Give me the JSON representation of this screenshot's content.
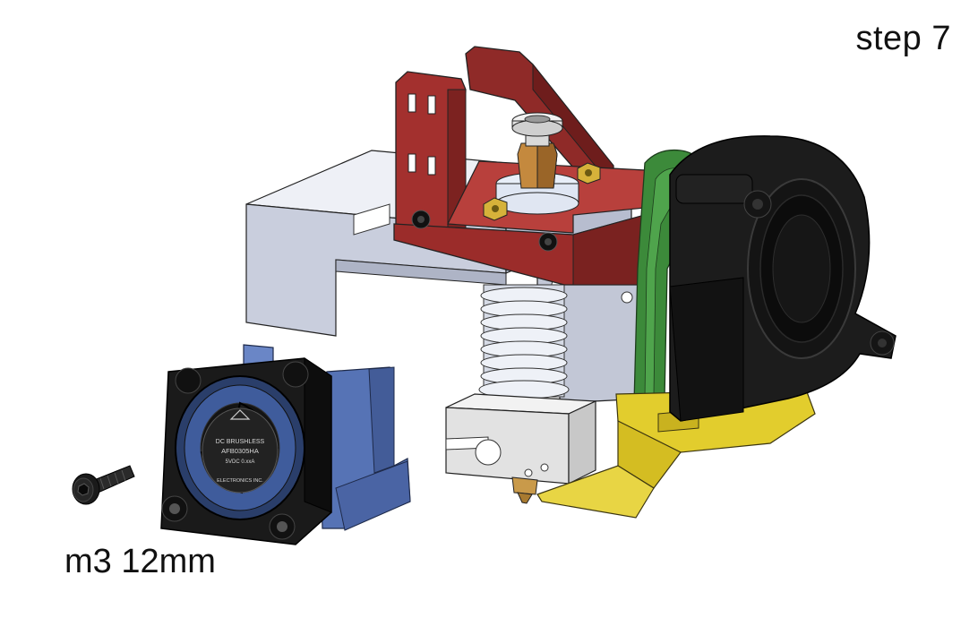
{
  "step_label": "step 7",
  "screw_label": "m3 12mm",
  "fan_label": {
    "line1": "DC BRUSHLESS",
    "line2": "AFB0305HA",
    "line3": "5VDC 0.xxA",
    "line4": "ELECTRONICS INC."
  },
  "colors": {
    "carriage_red": "#a3302e",
    "mount_white": "#dfe3ee",
    "heatsink": "#e4e8f0",
    "heater_block": "#e6e6e6",
    "blower_fan": "#1a1a1a",
    "fan_bracket_green": "#3c8a3a",
    "fan_duct_yellow": "#e2cd2d",
    "axial_fan": "#161616",
    "fan_shroud_blue": "#5673b5",
    "brass": "#c99a4a"
  }
}
